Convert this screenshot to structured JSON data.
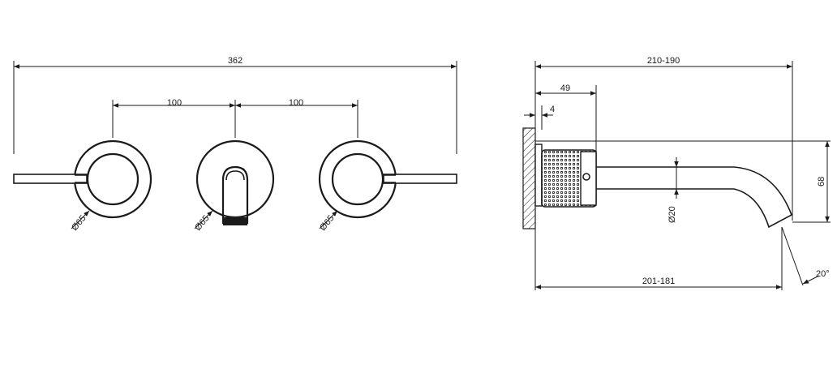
{
  "front_view": {
    "overall_width": "362",
    "spacing_left": "100",
    "spacing_right": "100",
    "diameter_left": "Ø65",
    "diameter_center": "Ø65",
    "diameter_right": "Ø65"
  },
  "side_view": {
    "projection": "210-190",
    "plate_depth": "49",
    "plate_thickness": "4",
    "spout_diameter": "Ø20",
    "height": "68",
    "reach": "201-181",
    "angle": "20°"
  }
}
